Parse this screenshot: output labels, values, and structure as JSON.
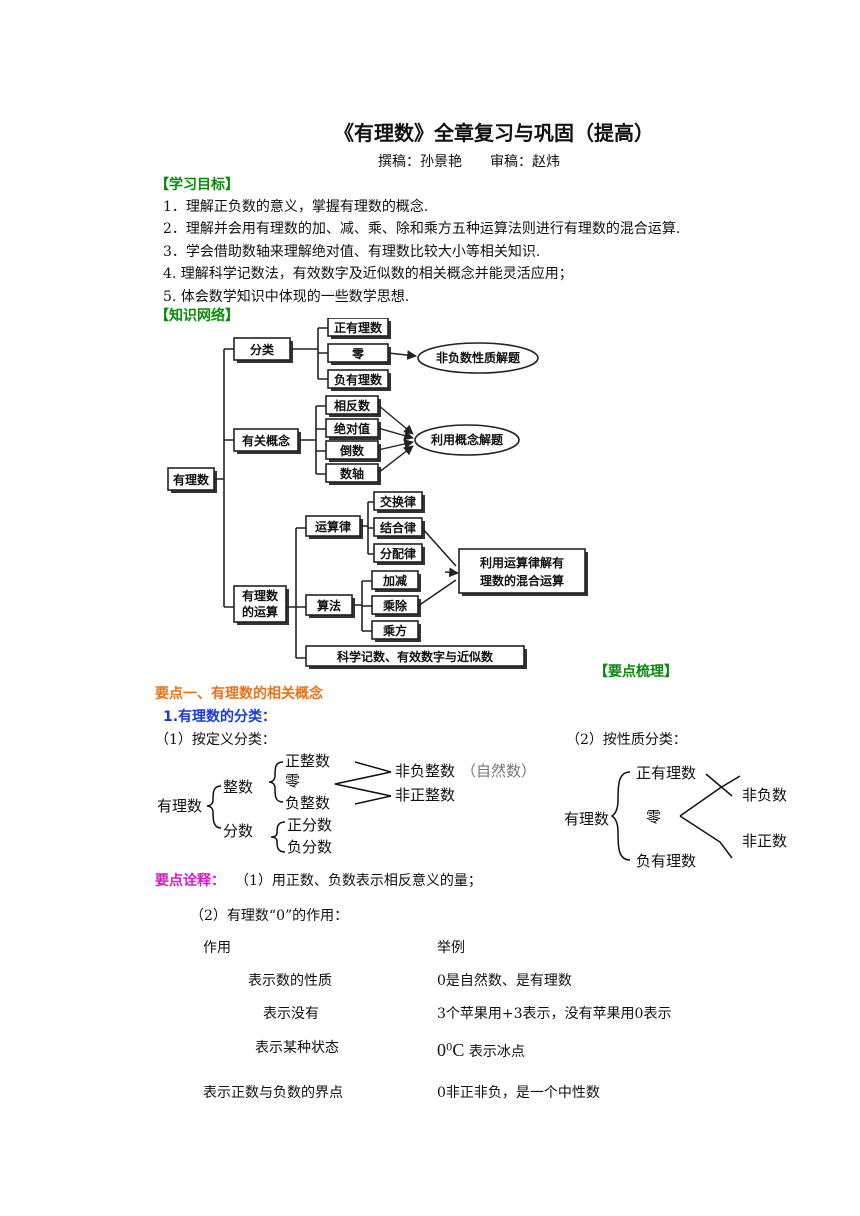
{
  "doc": {
    "title": "《有理数》全章复习与巩固（提高）",
    "authors": "撰稿：孙景艳　　审稿：赵炜",
    "goals_heading": "【学习目标】",
    "goals": [
      "1．理解正负数的意义，掌握有理数的概念.",
      "2．理解并会用有理数的加、减、乘、除和乘方五种运算法则进行有理数的混合运算.",
      "3．学会借助数轴来理解绝对值、有理数比较大小等相关知识.",
      "4. 理解科学记数法，有效数字及近似数的相关概念并能灵活应用；",
      "5. 体会数学知识中体现的一些数学思想."
    ],
    "network_heading": "【知识网络】",
    "keypoints_heading": "【要点梳理】",
    "section1": "要点一、有理数的相关概念",
    "sub1": "1.有理数的分类：",
    "by_definition": "（1）按定义分类：",
    "by_property": "（2）按性质分类：",
    "note_label": "要点诠释：",
    "note_1": "（1）用正数、负数表示相反意义的量；",
    "note_2": "（2）有理数“0”的作用："
  },
  "network": {
    "root": "有理数",
    "classify": "分类",
    "concepts": "有关概念",
    "ops_line1": "有理数",
    "ops_line2": "的运算",
    "pos_rational": "正有理数",
    "zero": "零",
    "neg_rational": "负有理数",
    "nonneg_solve": "非负数性质解题",
    "opposite": "相反数",
    "absolute": "绝对值",
    "reciprocal": "倒数",
    "number_line": "数轴",
    "concept_solve": "利用概念解题",
    "laws": "运算律",
    "commutative": "交换律",
    "associative": "结合律",
    "distributive": "分配律",
    "algorithm": "算法",
    "add_sub": "加减",
    "mul_div": "乘除",
    "power": "乘方",
    "law_solve_line1": "利用运算律解有",
    "law_solve_line2": "理数的混合运算",
    "sci": "科学记数、有效数字与近似数"
  },
  "def_tree": {
    "root": "有理数",
    "integer": "整数",
    "fraction": "分数",
    "pos_int": "正整数",
    "zero": "零",
    "neg_int": "负整数",
    "nonneg_int": "非负整数",
    "natural": "（自然数）",
    "nonpos_int": "非正整数",
    "pos_frac": "正分数",
    "neg_frac": "负分数"
  },
  "prop_tree": {
    "root": "有理数",
    "pos": "正有理数",
    "zero": "零",
    "neg": "负有理数",
    "nonneg": "非负数",
    "nonpos": "非正数"
  },
  "zero_table": {
    "headers": [
      "作用",
      "举例"
    ],
    "rows": [
      [
        "表示数的性质",
        "0是自然数、是有理数"
      ],
      [
        "表示没有",
        "3个苹果用+3表示，没有苹果用0表示"
      ],
      [
        "表示某种状态",
        "0°C表示冰点"
      ],
      [
        "表示正数与负数的界点",
        "0非正非负，是一个中性数"
      ]
    ],
    "c0_base": "0",
    "c0_sup": "0",
    "c0_unit": "C",
    "c0_rest": " 表示冰点"
  }
}
